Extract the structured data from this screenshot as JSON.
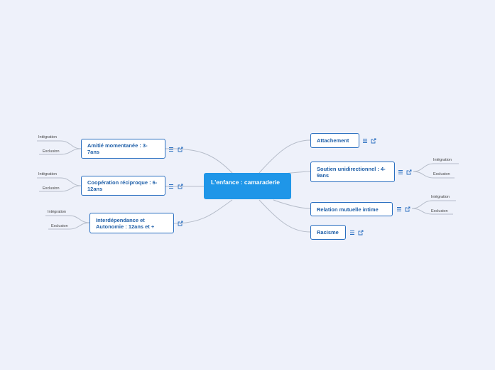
{
  "central": {
    "label": "L'enfance : camaraderie"
  },
  "left_topics": [
    {
      "label": "Amitié momentanée : 3-7ans",
      "children": [
        "Intégration",
        "Exclusion"
      ]
    },
    {
      "label": "Coopération réciproque : 6-12ans",
      "children": [
        "Intégration",
        "Exclusion"
      ]
    },
    {
      "label": "Interdépendance et Autonomie : 12ans et +",
      "children": [
        "Intégration",
        "Exclusion"
      ]
    }
  ],
  "right_topics": [
    {
      "label": "Attachement",
      "children": []
    },
    {
      "label": "Soutien unidirectionnel : 4-9ans",
      "children": [
        "Intégration",
        "Exclusion"
      ]
    },
    {
      "label": "Relation mutuelle intime",
      "children": [
        "Intégration",
        "Exclusion"
      ]
    },
    {
      "label": "Racisme",
      "children": []
    }
  ],
  "icons": {
    "notes": "notes-icon",
    "link": "external-link-icon"
  },
  "colors": {
    "central": "#1f96e8",
    "topic_border": "#2a6fc0",
    "topic_text": "#1f5fa8",
    "connector": "#b5bcc9",
    "background": "#eef1fa"
  }
}
